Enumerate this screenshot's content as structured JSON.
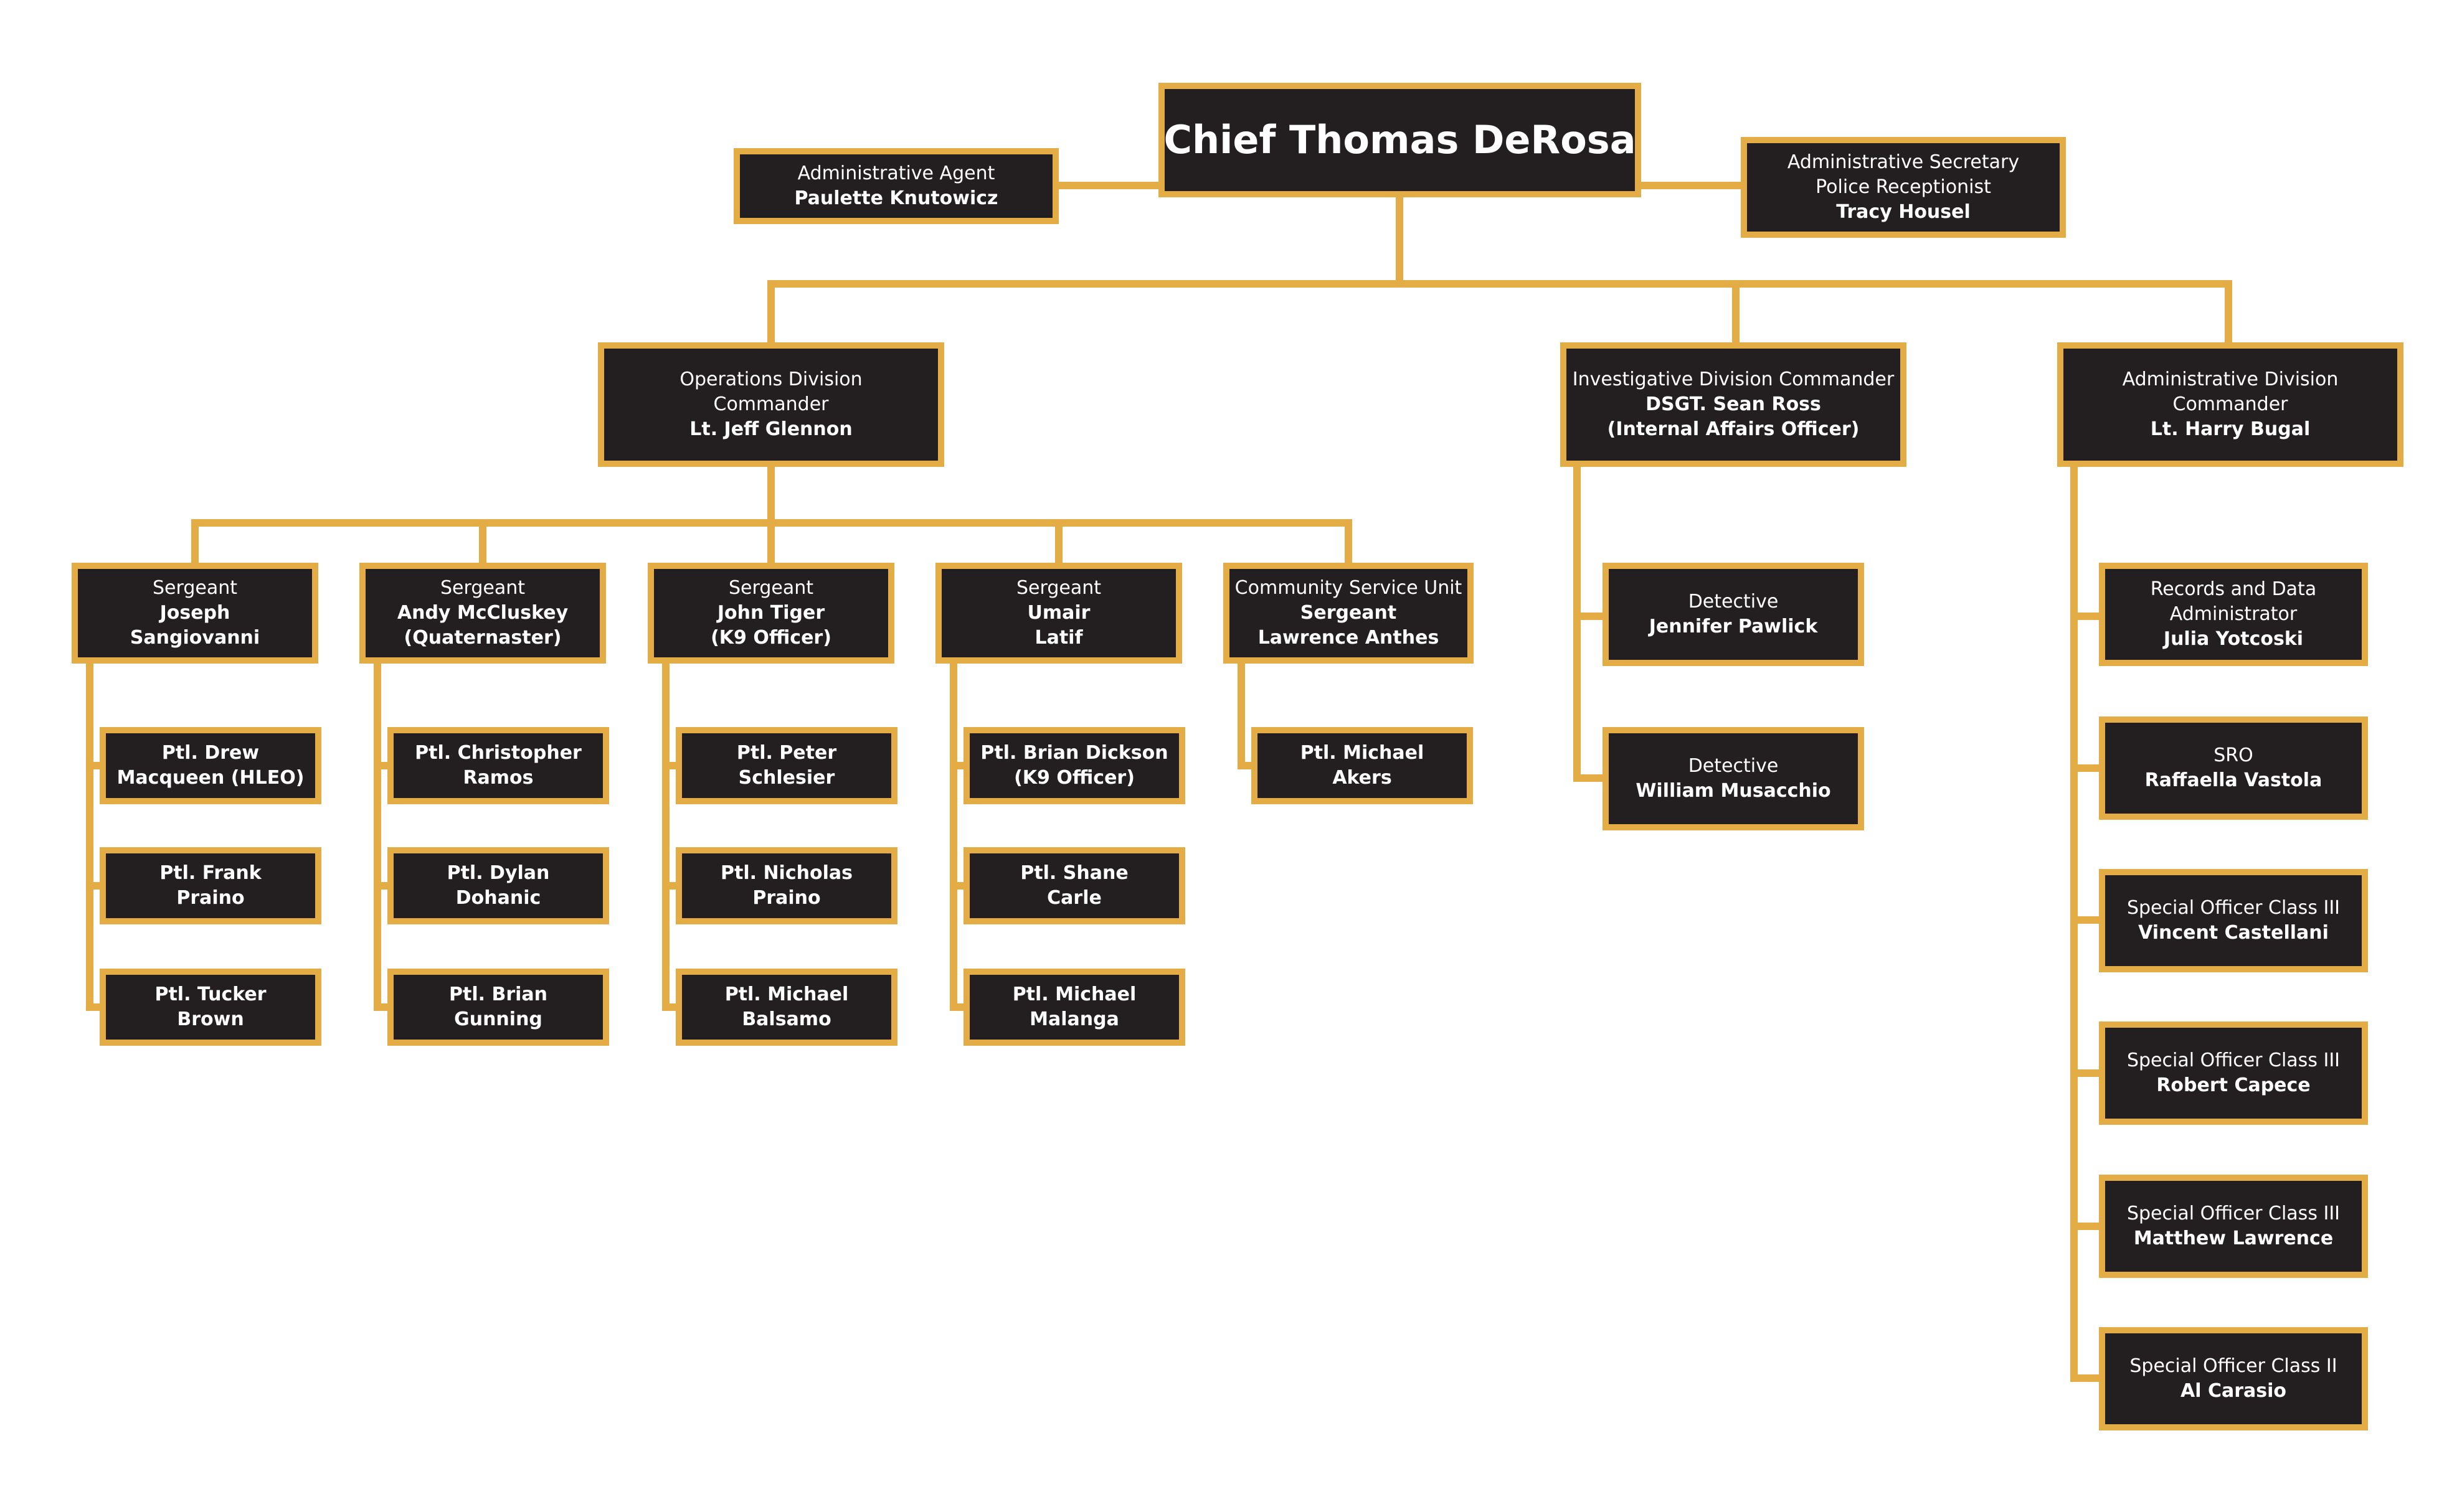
{
  "colors": {
    "box_fill": "#231f20",
    "border": "#e3ac44",
    "text": "#ffffff",
    "background": "#ffffff"
  },
  "chief": {
    "name": "Chief Thomas DeRosa"
  },
  "admin_agent": {
    "title": "Administrative Agent",
    "name": "Paulette Knutowicz"
  },
  "admin_secretary": {
    "title1": "Administrative Secretary",
    "title2": "Police Receptionist",
    "name": "Tracy Housel"
  },
  "operations": {
    "title1": "Operations Division",
    "title2": "Commander",
    "name": "Lt. Jeff Glennon"
  },
  "investigative": {
    "title": "Investigative Division Commander",
    "name1": "DSGT. Sean Ross",
    "name2": "(Internal Affairs Officer)"
  },
  "administrative": {
    "title1": "Administrative Division",
    "title2": "Commander",
    "name": "Lt. Harry Bugal"
  },
  "sergeants": [
    {
      "title": "Sergeant",
      "name1": "Joseph",
      "name2": "Sangiovanni"
    },
    {
      "title": "Sergeant",
      "name1": "Andy McCluskey",
      "name2": "(Quaternaster)"
    },
    {
      "title": "Sergeant",
      "name1": "John Tiger",
      "name2": "(K9 Officer)"
    },
    {
      "title": "Sergeant",
      "name1": "Umair",
      "name2": "Latif"
    },
    {
      "title": "Community Service Unit",
      "name1": "Sergeant",
      "name2": "Lawrence Anthes"
    }
  ],
  "patrol": [
    [
      {
        "l1": "Ptl. Drew",
        "l2": "Macqueen (HLEO)"
      },
      {
        "l1": "Ptl. Frank",
        "l2": "Praino"
      },
      {
        "l1": "Ptl. Tucker",
        "l2": "Brown"
      }
    ],
    [
      {
        "l1": "Ptl. Christopher",
        "l2": "Ramos"
      },
      {
        "l1": "Ptl. Dylan",
        "l2": "Dohanic"
      },
      {
        "l1": "Ptl. Brian",
        "l2": "Gunning"
      }
    ],
    [
      {
        "l1": "Ptl. Peter",
        "l2": "Schlesier"
      },
      {
        "l1": "Ptl. Nicholas",
        "l2": "Praino"
      },
      {
        "l1": "Ptl. Michael",
        "l2": "Balsamo"
      }
    ],
    [
      {
        "l1": "Ptl. Brian Dickson",
        "l2": "(K9 Officer)"
      },
      {
        "l1": "Ptl. Shane",
        "l2": "Carle"
      },
      {
        "l1": "Ptl. Michael",
        "l2": "Malanga"
      }
    ],
    [
      {
        "l1": "Ptl. Michael",
        "l2": "Akers"
      }
    ]
  ],
  "detectives": [
    {
      "title": "Detective",
      "name": "Jennifer Pawlick"
    },
    {
      "title": "Detective",
      "name": "William Musacchio"
    }
  ],
  "admin_staff": [
    {
      "t1": "Records and Data",
      "t2": "Administrator",
      "name": "Julia Yotcoski"
    },
    {
      "t1": "SRO",
      "t2": "",
      "name": "Raffaella Vastola"
    },
    {
      "t1": "Special Officer Class III",
      "t2": "",
      "name": "Vincent Castellani"
    },
    {
      "t1": "Special Officer Class III",
      "t2": "",
      "name": "Robert Capece"
    },
    {
      "t1": "Special Officer Class III",
      "t2": "",
      "name": "Matthew Lawrence"
    },
    {
      "t1": "Special Officer Class II",
      "t2": "",
      "name": "Al Carasio"
    }
  ]
}
